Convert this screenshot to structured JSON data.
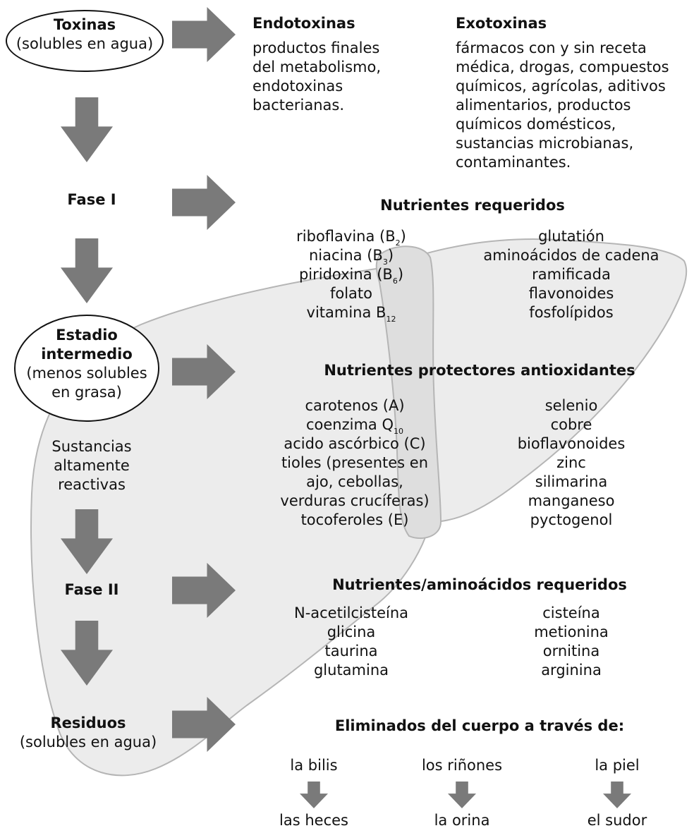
{
  "colors": {
    "arrow": "#7a7a7a",
    "liver_fill": "#ececec",
    "liver_stroke": "#b5b5b5",
    "text": "#111111"
  },
  "stages": {
    "toxinas": {
      "title": "Toxinas",
      "sub": "(solubles en agua)"
    },
    "fase1": {
      "title": "Fase I"
    },
    "intermedio": {
      "title_line1": "Estadio",
      "title_line2": "intermedio",
      "sub_line1": "(menos solubles",
      "sub_line2": "en grasa)"
    },
    "reactivas": {
      "line1": "Sustancias",
      "line2": "altamente",
      "line3": "reactivas"
    },
    "fase2": {
      "title": "Fase II"
    },
    "residuos": {
      "title": "Residuos",
      "sub": "(solubles en agua)"
    }
  },
  "endotoxinas": {
    "title": "Endotoxinas",
    "lines": [
      "productos finales",
      "del metabolismo,",
      "endotoxinas",
      "bacterianas."
    ]
  },
  "exotoxinas": {
    "title": "Exotoxinas",
    "lines": [
      "fármacos con y sin receta",
      "médica, drogas, compuestos",
      "químicos, agrícolas, aditivos",
      "alimentarios, productos",
      "químicos domésticos,",
      "sustancias microbianas,",
      "contaminantes."
    ]
  },
  "nutrientes_requeridos": {
    "title": "Nutrientes requeridos",
    "left": [
      {
        "text": "riboflavina (B",
        "sub": "2",
        "after": ")"
      },
      {
        "text": "niacina (B",
        "sub": "3",
        "after": ")"
      },
      {
        "text": "piridoxina (B",
        "sub": "6",
        "after": ")"
      },
      {
        "text": "folato",
        "sub": "",
        "after": ""
      },
      {
        "text": "vitamina B",
        "sub": "12",
        "after": ""
      }
    ],
    "right": [
      "glutatión",
      "aminoácidos de cadena",
      "ramificada",
      "flavonoides",
      "fosfolípidos"
    ]
  },
  "antioxidantes": {
    "title": "Nutrientes protectores antioxidantes",
    "left": [
      {
        "text": "carotenos (A)",
        "sub": "",
        "after": ""
      },
      {
        "text": "coenzima Q",
        "sub": "10",
        "after": ""
      },
      {
        "text": "acido ascórbico (C)",
        "sub": "",
        "after": ""
      },
      {
        "text": "tioles (presentes en",
        "sub": "",
        "after": ""
      },
      {
        "text": "ajo, cebollas,",
        "sub": "",
        "after": ""
      },
      {
        "text": "verduras crucíferas)",
        "sub": "",
        "after": ""
      },
      {
        "text": "tocoferoles (E)",
        "sub": "",
        "after": ""
      }
    ],
    "right": [
      "selenio",
      "cobre",
      "bioflavonoides",
      "zinc",
      "silimarina",
      "manganeso",
      "pyctogenol"
    ]
  },
  "aminoacidos": {
    "title": "Nutrientes/aminoácidos requeridos",
    "left": [
      "N-acetilcisteína",
      "glicina",
      "taurina",
      "glutamina"
    ],
    "right": [
      "cisteína",
      "metionina",
      "ornitina",
      "arginina"
    ]
  },
  "eliminacion": {
    "title": "Eliminados del cuerpo a través de:",
    "routes": [
      {
        "via": "la bilis",
        "result": "las heces"
      },
      {
        "via": "los riñones",
        "result": "la orina"
      },
      {
        "via": "la piel",
        "result": "el sudor"
      }
    ]
  }
}
